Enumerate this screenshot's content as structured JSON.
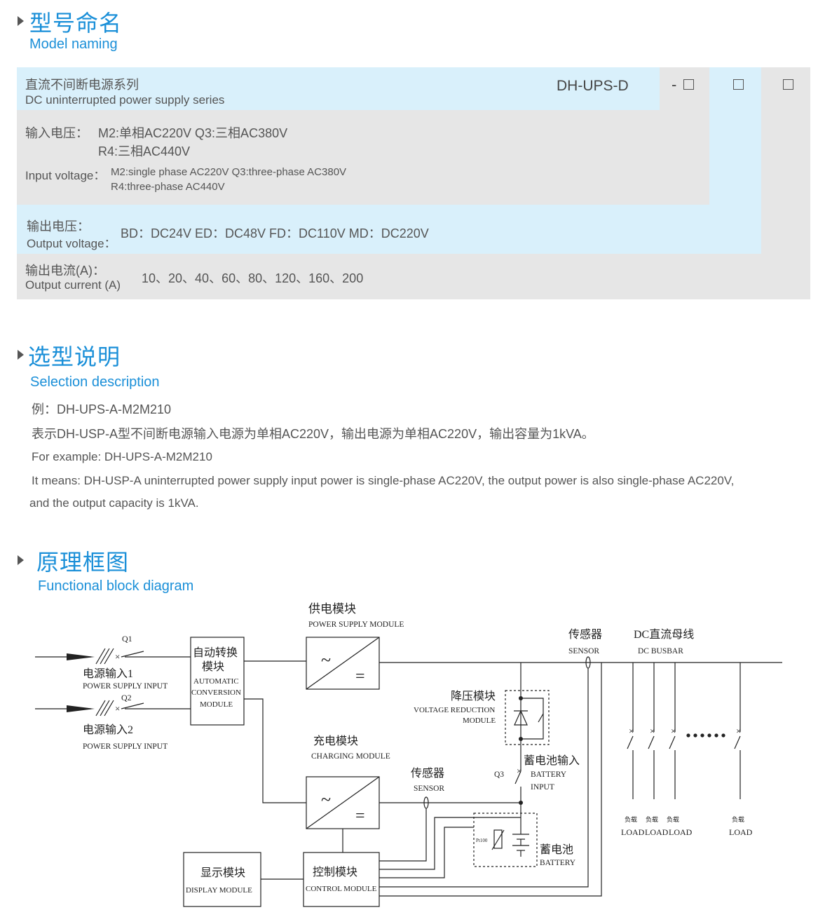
{
  "model_naming": {
    "title": "型号命名",
    "subtitle": "Model naming",
    "series_cn": "直流不间断电源系列",
    "series_en": "DC uninterrupted power supply series",
    "model_code": "DH-UPS-D",
    "dash": "-",
    "input_cn_label": "输入电压：",
    "input_cn_line1": "M2:单相AC220V   Q3:三相AC380V",
    "input_cn_line2": "R4:三相AC440V",
    "input_en_label": "Input voltage：",
    "input_en_line1": "M2:single phase AC220V  Q3:three-phase AC380V",
    "input_en_line2": "R4:three-phase AC440V",
    "output_v_cn": "输出电压：",
    "output_v_en": "Output voltage：",
    "output_v_values": "BD：DC24V   ED：DC48V   FD：DC110V   MD：DC220V",
    "output_c_cn": "输出电流(A)：",
    "output_c_en": "Output current (A)",
    "output_c_values": "10、20、40、60、80、120、160、200"
  },
  "selection": {
    "title": "选型说明",
    "subtitle": "Selection description",
    "example_cn": "例：DH-UPS-A-M2M210",
    "desc_cn": "表示DH-USP-A型不间断电源输入电源为单相AC220V，输出电源为单相AC220V，输出容量为1kVA。",
    "example_en": "For example: DH-UPS-A-M2M210",
    "desc_en_1": "It means: DH-USP-A uninterrupted power supply input power is single-phase AC220V, the output power is also single-phase AC220V,",
    "desc_en_2": "and the output capacity is 1kVA."
  },
  "diagram": {
    "title": "原理框图",
    "subtitle": "Functional block diagram",
    "psm_cn": "供电模块",
    "psm_en": "POWER SUPPLY MODULE",
    "q1": "Q1",
    "q2": "Q2",
    "q3": "Q3",
    "input1_cn": "电源输入1",
    "input2_cn": "电源输入2",
    "input_en": "POWER SUPPLY INPUT",
    "ats_cn1": "自动转换",
    "ats_cn2": "模块",
    "ats_en1": "AUTOMATIC",
    "ats_en2": "CONVERSION",
    "ats_en3": "MODULE",
    "sensor_cn": "传感器",
    "sensor_en": "SENSOR",
    "busbar_cn": "DC直流母线",
    "busbar_en": "DC BUSBAR",
    "vr_cn": "降压模块",
    "vr_en1": "VOLTAGE REDUCTION",
    "vr_en2": "MODULE",
    "charge_cn": "充电模块",
    "charge_en": "CHARGING MODULE",
    "batt_in_cn": "蓄电池输入",
    "batt_in_en1": "BATTERY",
    "batt_in_en2": "INPUT",
    "battery_cn": "蓄电池",
    "battery_en": "BATTERY",
    "pt100": "Pt100",
    "display_cn": "显示模块",
    "display_en": "DISPLAY MODULE",
    "control_cn": "控制模块",
    "control_en": "CONTROL MODULE",
    "load_cn": "负载",
    "load_en": "LOAD",
    "tilde": "~",
    "equals": "="
  }
}
